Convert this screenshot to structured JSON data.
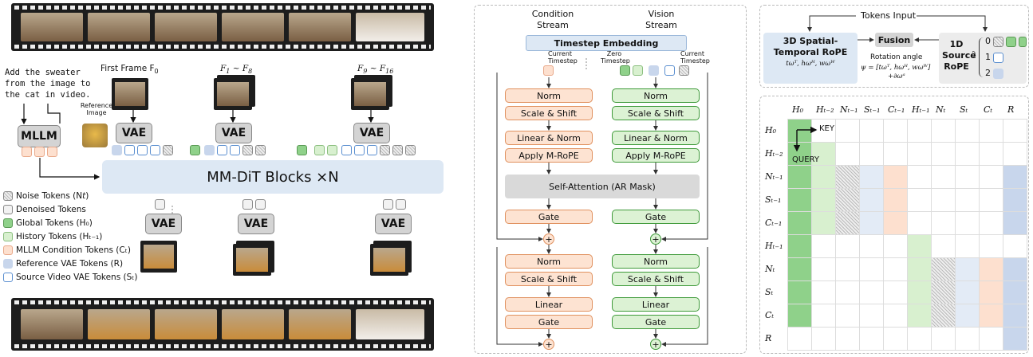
{
  "left": {
    "instruction": "Add the sweater from the image to the cat in video.",
    "first_frame": "First Frame F",
    "first_frame_sub": "0",
    "frames_1_8": "F",
    "frames_1_8_sub": "1 ~ F",
    "frames_9_16": "F",
    "reference_image": "Reference Image",
    "mllm": "MLLM",
    "vae": "VAE",
    "mmdit": "MM-DiT Blocks ×N",
    "legend": [
      {
        "type": "noise",
        "label": "Noise Tokens (N"
      },
      {
        "type": "den",
        "label": "Denoised Tokens"
      },
      {
        "type": "glob",
        "label": "Global Tokens (H"
      },
      {
        "type": "hist",
        "label": "History Tokens (H"
      },
      {
        "type": "mllm",
        "label": "MLLM Condition Tokens (C"
      },
      {
        "type": "ref",
        "label": "Reference VAE Tokens (R)"
      },
      {
        "type": "src",
        "label": "Source Video VAE Tokens (S"
      }
    ]
  },
  "middle": {
    "condition_stream": "Condition Stream",
    "vision_stream": "Vision Stream",
    "timestep_embedding": "Timestep Embedding",
    "current_timestep": "Current Timestep",
    "zero_timestep": "Zero Timestep",
    "norm": "Norm",
    "scale_shift": "Scale & Shift",
    "linear_norm": "Linear & Norm",
    "apply_mrope": "Apply M-RoPE",
    "self_attention": "Self-Attention (AR Mask)",
    "gate": "Gate",
    "linear": "Linear",
    "plus": "+"
  },
  "right_top": {
    "tokens_input": "Tokens Input",
    "rope3d_title": "3D Spatial-Temporal RoPE",
    "rope3d_formula": "tωᵀ, hωᴴ, wωᵂ",
    "fusion": "Fusion",
    "rotation_angle": "Rotation angle",
    "psi": "ψ = [tωᵀ, hωᴴ, wωᵂ]",
    "psi2": "+∂ωᵃ",
    "rope1d": "1D Source RoPE",
    "partial": "∂",
    "indices": [
      "0",
      "1",
      "2"
    ]
  },
  "mask": {
    "headers": [
      "H₀",
      "Hₜ₋₂",
      "Nₜ₋₁",
      "Sₜ₋₁",
      "Cₜ₋₁",
      "Hₜ₋₁",
      "Nₜ",
      "Sₜ",
      "Cₜ",
      "R"
    ],
    "rows": [
      "H₀",
      "Hₜ₋₂",
      "Nₜ₋₁",
      "Sₜ₋₁",
      "Cₜ₋₁",
      "Hₜ₋₁",
      "Nₜ",
      "Sₜ",
      "Cₜ",
      "R"
    ],
    "key": "KEY",
    "query": "QUERY",
    "colors": {
      "glob": "#8fd18a",
      "hist": "#d8f0cf",
      "noise": "#d6d6d6",
      "src": "#e3ebf6",
      "mllm": "#fde0cf",
      "ref": "#c8d6ec"
    }
  }
}
